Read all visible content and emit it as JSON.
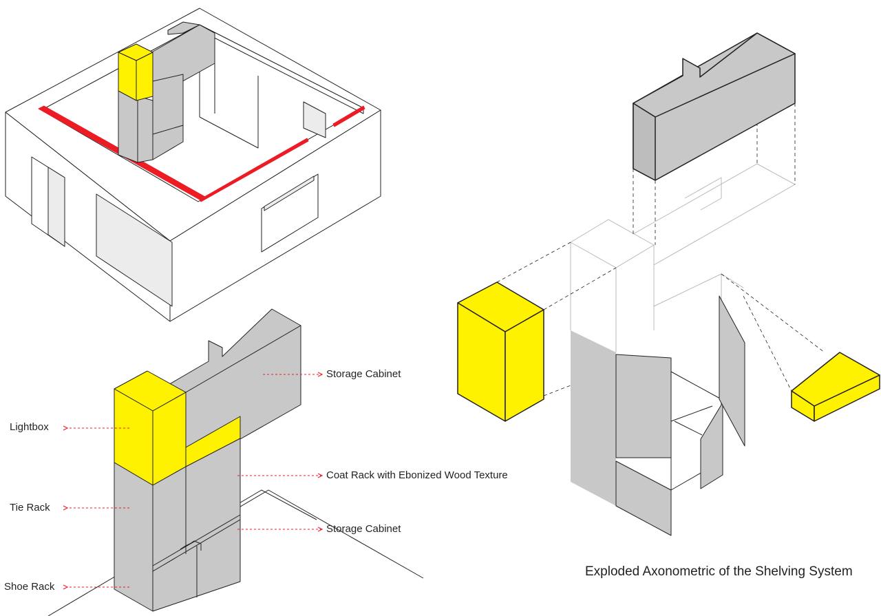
{
  "colors": {
    "outline": "#231f20",
    "wall_face": "#ffffff",
    "window_fill": "#ececec",
    "cabinet_gray": "#c8c8c8",
    "cabinet_gray_dark": "#bdbdbd",
    "lightbox_yellow": "#fff200",
    "rail_red": "#ed1c24",
    "leader_red": "#ed1c24",
    "ghost_line": "#b8b8b8"
  },
  "labels": {
    "lightbox": "Lightbox",
    "tie_rack": "Tie Rack",
    "shoe_rack": "Shoe Rack",
    "storage_cabinet_top": "Storage Cabinet",
    "coat_rack": "Coat Rack with Ebonized Wood Texture",
    "storage_cabinet_bottom": "Storage Cabinet"
  },
  "caption": "Exploded Axonometric of the Shelving System"
}
